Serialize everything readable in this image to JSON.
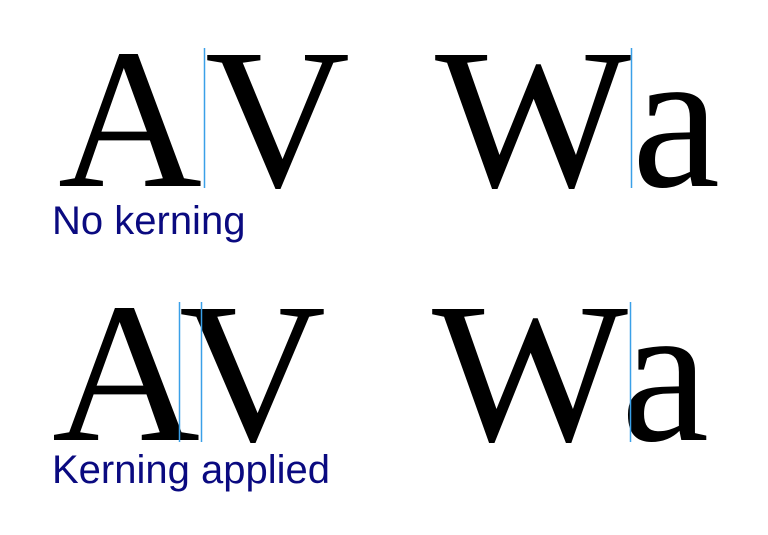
{
  "rows": [
    {
      "caption": "No kerning",
      "pairs": [
        {
          "first": "A",
          "second": "V"
        },
        {
          "first": "W",
          "second": "a"
        }
      ]
    },
    {
      "caption": "Kerning applied",
      "pairs": [
        {
          "first": "A",
          "second": "V"
        },
        {
          "first": "W",
          "second": "a"
        }
      ]
    }
  ],
  "colors": {
    "glyph": "#000000",
    "caption": "#0a0a80",
    "guide": "#3aa0e8"
  }
}
